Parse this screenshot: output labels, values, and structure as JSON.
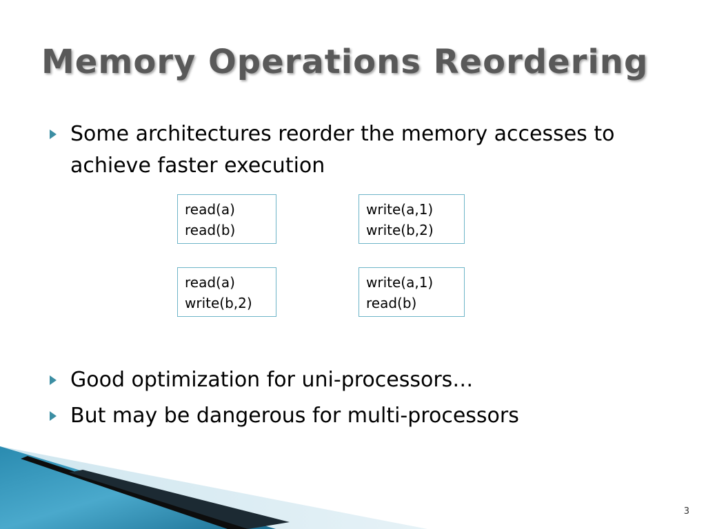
{
  "slide": {
    "title": "Memory Operations Reordering",
    "bullets": [
      "Some architectures reorder the memory accesses to achieve faster execution",
      "Good optimization for uni-processors…",
      "But may be dangerous for multi-processors"
    ],
    "boxes": [
      {
        "line1": "read(a)",
        "line2": "read(b)"
      },
      {
        "line1": "write(a,1)",
        "line2": "write(b,2)"
      },
      {
        "line1": "read(a)",
        "line2": "write(b,2)"
      },
      {
        "line1": "write(a,1)",
        "line2": "read(b)"
      }
    ],
    "page_number": "3",
    "colors": {
      "title": "#595959",
      "bullet_arrow": "#3c8ea3",
      "box_border": "#6cb4c7",
      "deco_blue": "#1f7a9c"
    },
    "icons": {
      "bullet": "triangle-right-icon"
    }
  }
}
